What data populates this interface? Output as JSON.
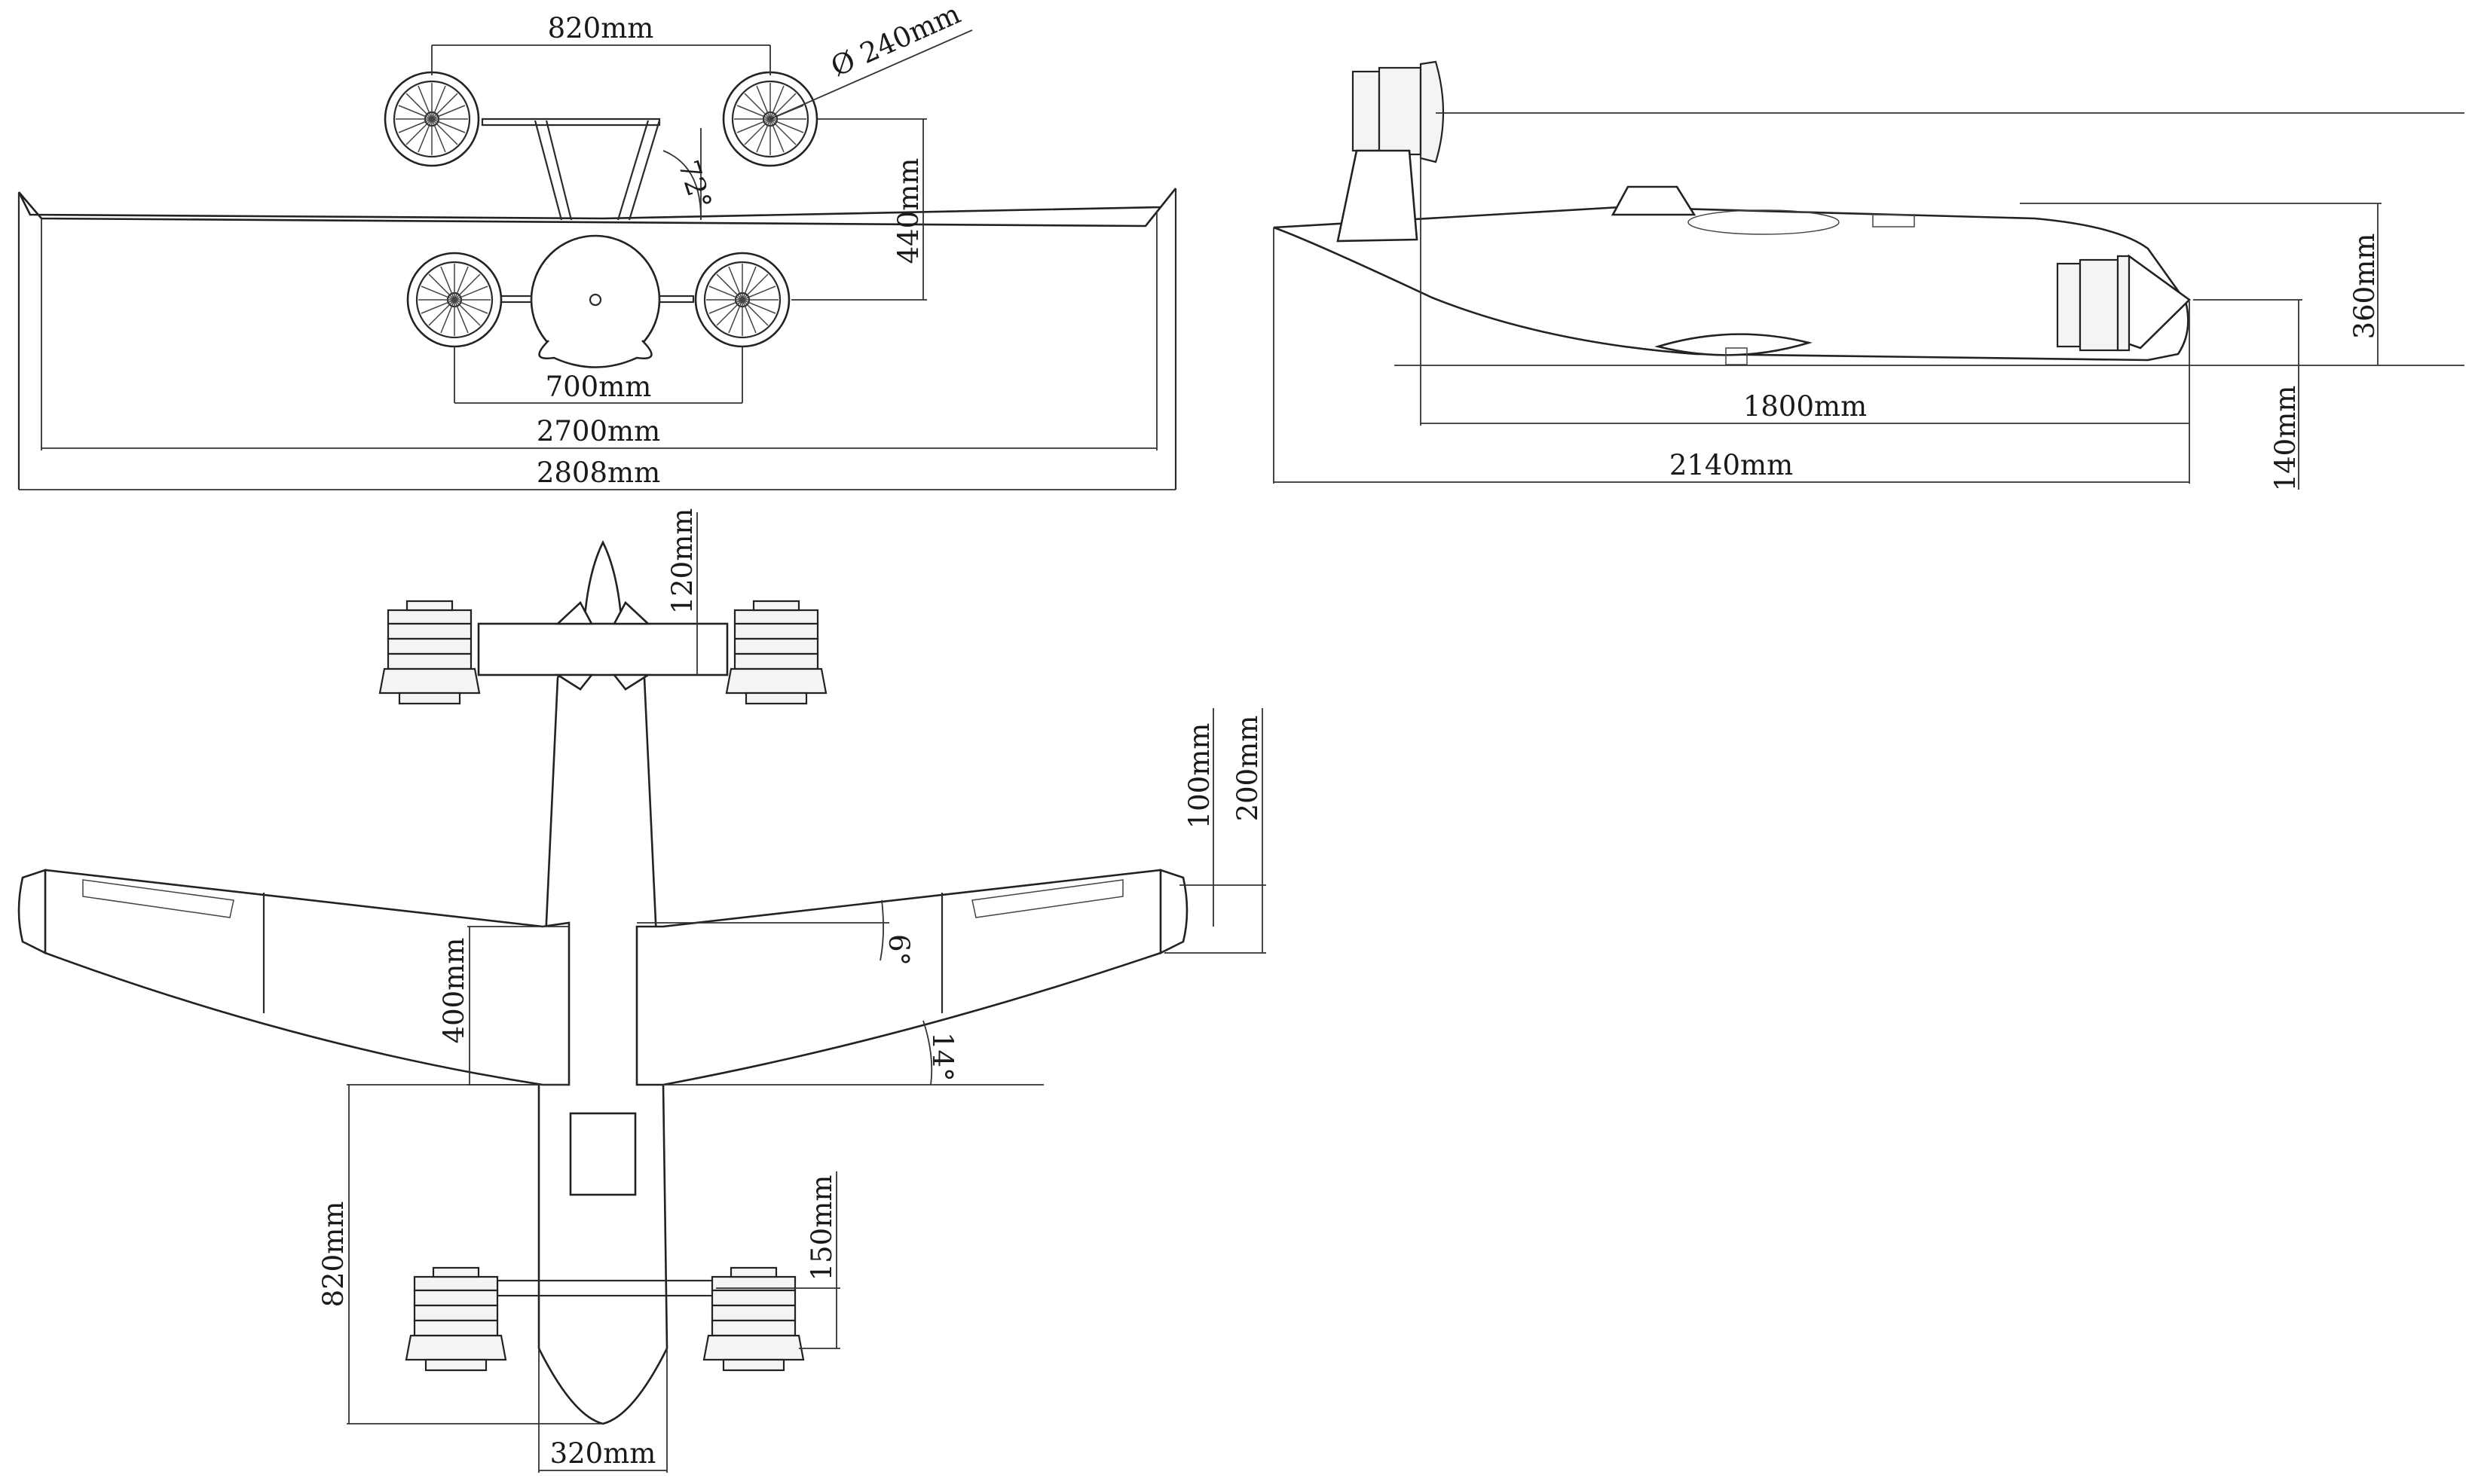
{
  "front_view": {
    "top_rotor_span": "820mm",
    "rotor_diameter": "Ø 240mm",
    "rotor_angle": "72°",
    "rotor_height": "440mm",
    "bottom_rotor_span": "700mm",
    "tail_span": "2700mm",
    "wing_span": "2808mm"
  },
  "side_view": {
    "rotor_length": "1800mm",
    "fuselage_length": "2140mm",
    "fuselage_height": "360mm",
    "offset_height": "140mm"
  },
  "top_view": {
    "nose_width": "120mm",
    "wingtip_depth": "100mm",
    "wingtip_chord": "200mm",
    "dihedral_angle": "6°",
    "sweep_angle": "14°",
    "root_chord": "400mm",
    "boom_length": "820mm",
    "motor_offset": "150mm",
    "fuselage_width": "320mm"
  },
  "colors": {
    "line": "#2a2a2a",
    "background": "#ffffff"
  }
}
